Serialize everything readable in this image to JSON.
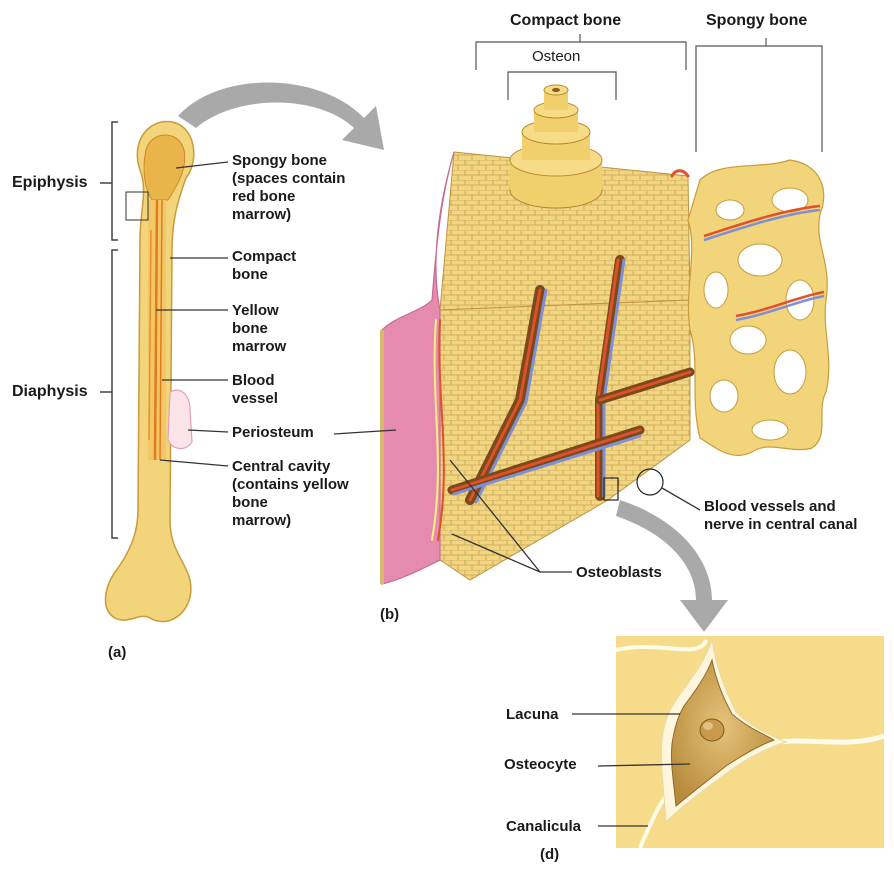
{
  "labels": {
    "compact_bone_header": "Compact bone",
    "spongy_bone_header": "Spongy bone",
    "osteon": "Osteon",
    "epiphysis": "Epiphysis",
    "diaphysis": "Diaphysis",
    "spongy_bone": "Spongy bone\n(spaces contain\nred bone\nmarrow)",
    "compact_bone": "Compact\nbone",
    "yellow_bone_marrow": "Yellow\nbone\nmarrow",
    "blood_vessel": "Blood\nvessel",
    "periosteum": "Periosteum",
    "central_cavity": "Central cavity\n(contains yellow\nbone\nmarrow)",
    "blood_vessels_nerve": "Blood vessels and\nnerve in central canal",
    "osteoblasts": "Osteoblasts",
    "lacuna": "Lacuna",
    "osteocyte": "Osteocyte",
    "canalicula": "Canalicula"
  },
  "panels": {
    "a": "(a)",
    "b": "(b)",
    "d": "(d)"
  },
  "colors": {
    "bone": "#f2d47a",
    "bone_dark": "#d9a940",
    "marrow": "#e07b1f",
    "periosteum": "#e58bb0",
    "artery": "#e0502a",
    "vein": "#7f8fd6",
    "nerve": "#fff07a",
    "arrow": "#a9a9a9"
  }
}
